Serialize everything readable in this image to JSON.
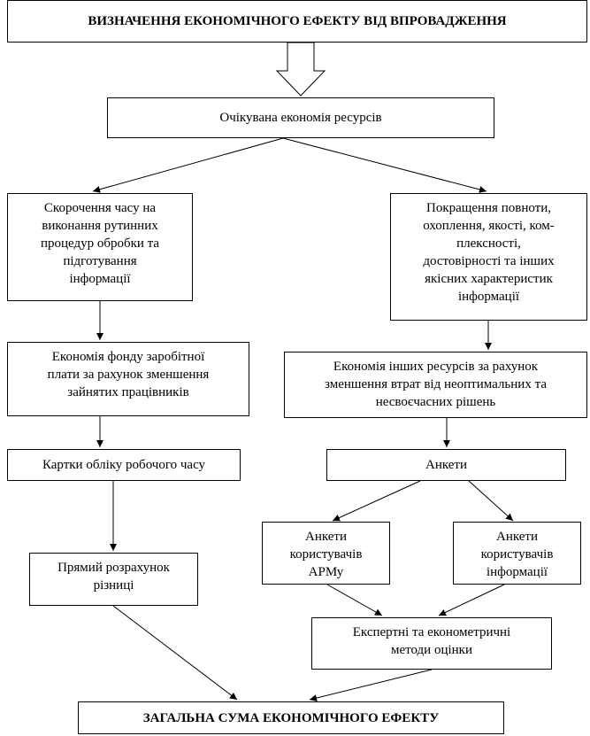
{
  "diagram": {
    "title": "ВИЗНАЧЕННЯ ЕКОНОМІЧНОГО ЕФЕКТУ ВІД ВПРОВАДЖЕННЯ",
    "expected_savings": "Очікувана економія ресурсів",
    "time_reduction": "Скорочення часу на\nвиконання рутинних\nпроцедур обробки та\nпідготування\nінформації",
    "quality_improvement": "Покращення повноти,\nохоплення, якості, ком-\nплексності,\nдостовірності та інших\nякісних характеристик\nінформації",
    "payroll_savings": "Економія фонду заробітної\nплати за рахунок зменшення\nзайнятих працівників",
    "other_savings": "Економія інших ресурсів за рахунок\nзменшення втрат від неоптимальних та\nнесвоєчасних рішень",
    "time_cards": "Картки обліку робочого часу",
    "questionnaires": "Анкети",
    "direct_calc": "Прямий розрахунок\nрізниці",
    "arm_users": "Анкети\nкористувачів\nАРМу",
    "info_users": "Анкети\nкористувачів\nінформації",
    "expert_methods": "Експертні та економетричні\nметоди оцінки",
    "total": "ЗАГАЛЬНА СУМА ЕКОНОМІЧНОГО ЕФЕКТУ"
  }
}
